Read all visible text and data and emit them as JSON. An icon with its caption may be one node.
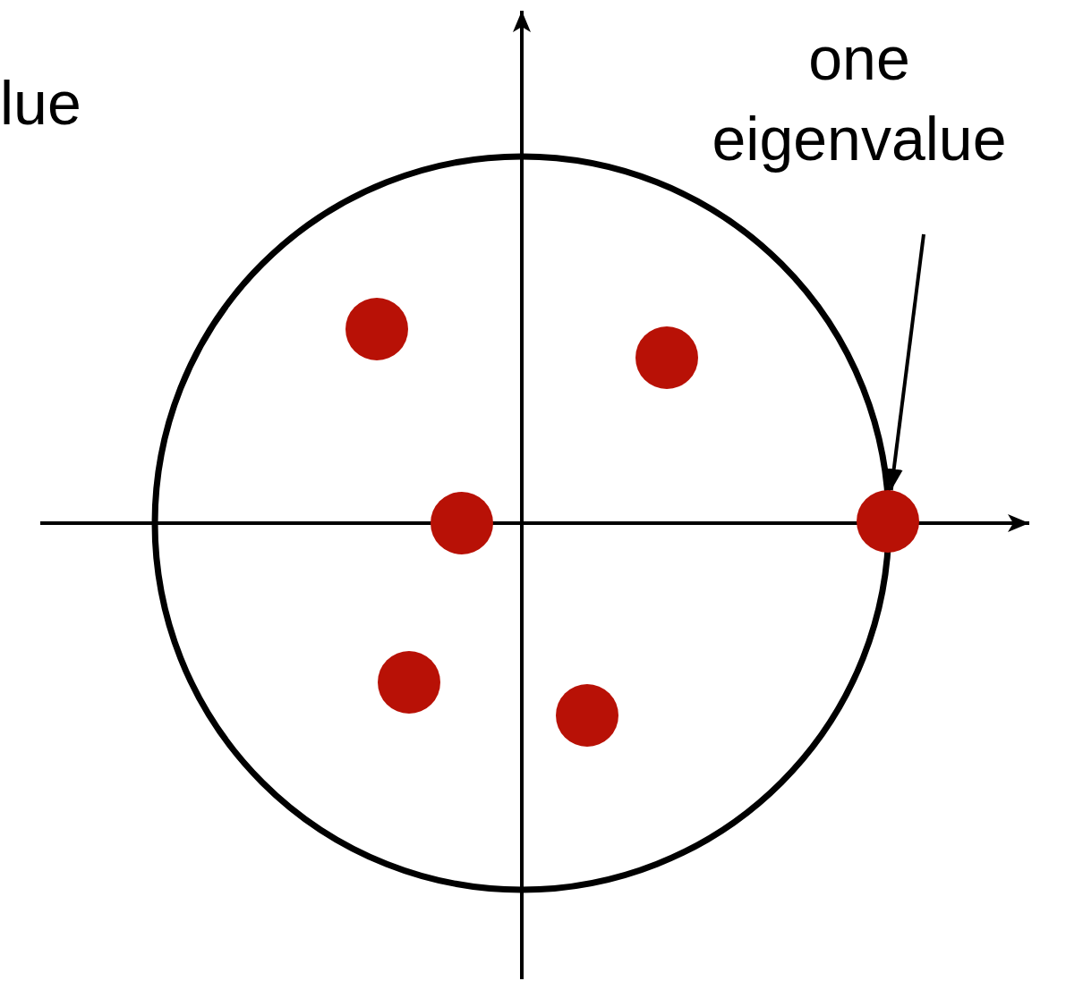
{
  "diagram": {
    "nodes": [
      {
        "text": [
          "one eigenvalue"
        ]
      },
      {
        "text": [],
        "shape": "circle"
      }
    ],
    "edges": [
      {
        "from": 0,
        "to": 1,
        "arrow": "to"
      }
    ],
    "labels": [
      "lue"
    ]
  }
}
